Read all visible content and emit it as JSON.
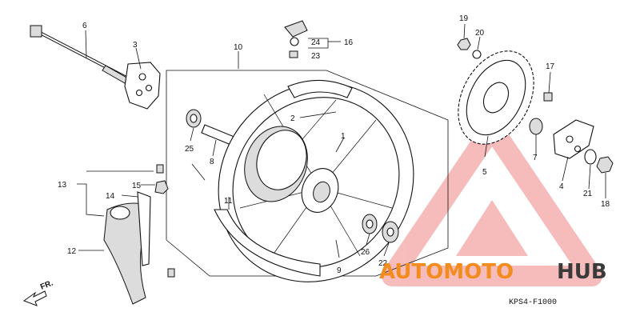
{
  "diagram": {
    "labels": {
      "p1": "1",
      "p2": "2",
      "p3": "3",
      "p4": "4",
      "p5": "5",
      "p6": "6",
      "p7": "7",
      "p8": "8",
      "p9": "9",
      "p10": "10",
      "p11": "11",
      "p12": "12",
      "p13": "13",
      "p14": "14",
      "p15": "15",
      "p16": "16",
      "p17": "17",
      "p18": "18",
      "p19": "19",
      "p20": "20",
      "p21": "21",
      "p22": "22",
      "p23": "23",
      "p24": "24",
      "p25": "25",
      "p26": "26"
    },
    "direction_label": "FR.",
    "code": "KPS4-F1000"
  },
  "watermark": {
    "text_left": "AUTOMOTO",
    "text_right": "HUB",
    "color_left": "#f28c1e",
    "color_right": "#3a3a3a",
    "triangle_color": "#e8433e"
  }
}
